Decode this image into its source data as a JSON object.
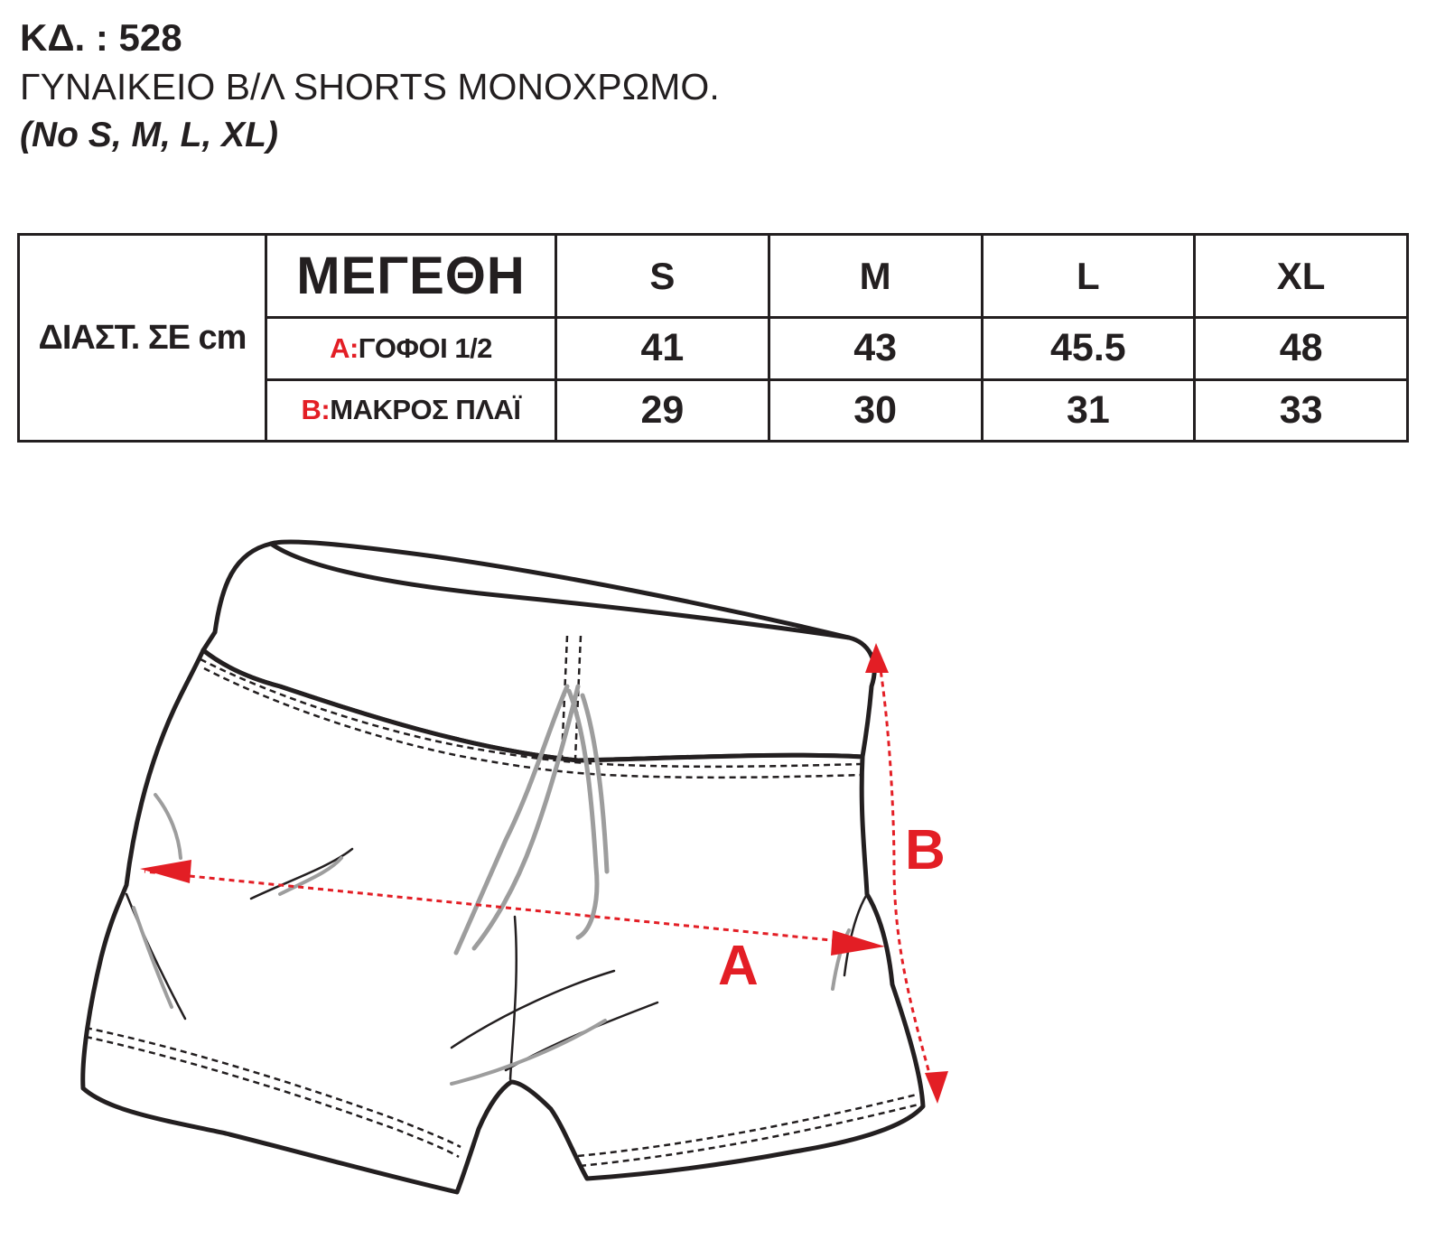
{
  "header": {
    "code": "ΚΔ. : 528",
    "title": "ΓΥΝΑΙΚΕΙΟ Β/Λ SHORTS ΜΟΝΟΧΡΩΜΟ.",
    "sizes_note": "(No S, M, L, XL)"
  },
  "table": {
    "dimensions_label": "ΔΙΑΣΤ. ΣΕ cm",
    "sizes_label": "ΜΕΓΕΘΗ",
    "columns": [
      "S",
      "M",
      "L",
      "XL"
    ],
    "rows": [
      {
        "letter": "A:",
        "label": "ΓΟΦΟΙ 1/2",
        "values": [
          "41",
          "43",
          "45.5",
          "48"
        ]
      },
      {
        "letter": "B:",
        "label": "ΜΑΚΡΟΣ ΠΛΑΪ",
        "values": [
          "29",
          "30",
          "31",
          "33"
        ]
      }
    ]
  },
  "diagram": {
    "label_a": "A",
    "label_b": "B"
  },
  "colors": {
    "accent": "#e31e25",
    "outline": "#231f20",
    "drawstring": "#9d9d9d"
  }
}
